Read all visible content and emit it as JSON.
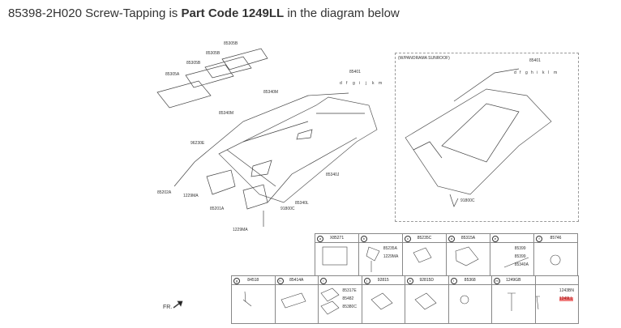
{
  "heading": {
    "part_number": "85398-2H020 Screw-Tapping",
    "is_text": " is ",
    "part_code_label": "Part Code 1249LL",
    "suffix": " in the diagram below"
  },
  "diagram": {
    "left_labels": [
      "85305B",
      "85305B",
      "85305B",
      "85305A",
      "85401",
      "85340M",
      "85340M",
      "96230E",
      "85202A",
      "1229MA",
      "85201A",
      "1229MA",
      "91800C",
      "85340L",
      "85340J"
    ],
    "callouts_85401": [
      "d",
      "f",
      "g",
      "i",
      "j",
      "k",
      "m"
    ],
    "sunroof_box": {
      "title": "(W/PANORAMA SUNROOF)",
      "label_85401": "85401",
      "callouts": [
        "d",
        "f",
        "g",
        "h",
        "i",
        "k",
        "l",
        "m"
      ],
      "label_91800C": "91800C"
    },
    "fr_label": "FR."
  },
  "parts_table": {
    "row1": [
      {
        "letter": "a",
        "code": "X85271",
        "sub": []
      },
      {
        "letter": "b",
        "code": "",
        "sub": [
          "85235A",
          "1229MA"
        ]
      },
      {
        "letter": "c",
        "code": "85235C",
        "sub": []
      },
      {
        "letter": "d",
        "code": "85315A",
        "sub": []
      },
      {
        "letter": "e",
        "code": "",
        "sub": [
          "85399",
          "85399",
          "85340A"
        ]
      },
      {
        "letter": "f",
        "code": "85746",
        "sub": []
      }
    ],
    "row2": [
      {
        "letter": "g",
        "code": "84518",
        "sub": []
      },
      {
        "letter": "h",
        "code": "85414A",
        "sub": []
      },
      {
        "letter": "i",
        "code": "",
        "sub": [
          "85317E",
          "85482",
          "85380C"
        ]
      },
      {
        "letter": "j",
        "code": "92815",
        "sub": []
      },
      {
        "letter": "k",
        "code": "92815D",
        "sub": []
      },
      {
        "letter": "l",
        "code": "85368",
        "sub": []
      },
      {
        "letter": "m",
        "code": "1249GB",
        "sub": []
      },
      {
        "letter": "",
        "code": "",
        "sub": [
          "1243BN",
          "1249LL"
        ]
      }
    ],
    "highlight_color": "#f08080"
  }
}
